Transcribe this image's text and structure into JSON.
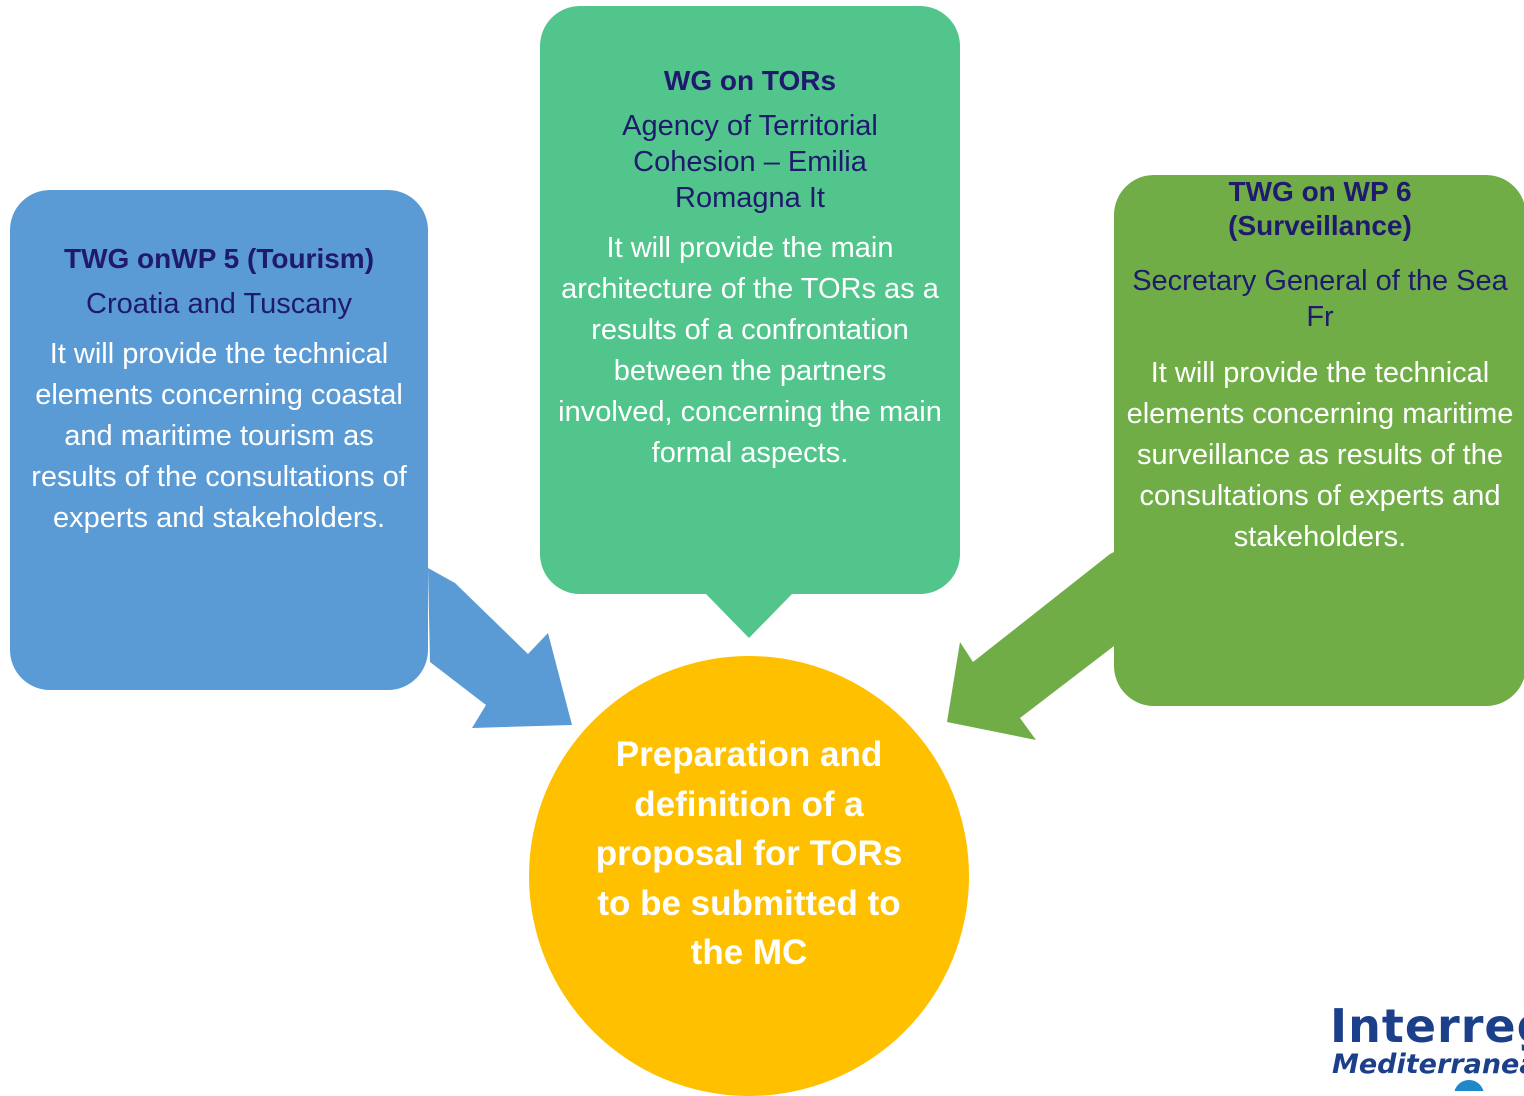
{
  "boxes": [
    {
      "title": "TWG onWP 5 (Tourism)",
      "subtitle": "Croatia and Tuscany",
      "description": "It will provide the technical elements concerning coastal and maritime tourism as results of the consultations of experts and stakeholders.",
      "color": "#5b9bd5"
    },
    {
      "title": "WG on TORs",
      "subtitle": "Agency of Territorial Cohesion – Emilia Romagna It",
      "description": "It will provide the main architecture of the TORs as a results of a confrontation between the partners involved, concerning the main formal aspects.",
      "color": "#51c58c"
    },
    {
      "title": "TWG on WP 6 (Surveillance)",
      "subtitle": "Secretary General of the Sea Fr",
      "description": "It will provide the technical elements concerning maritime surveillance as results of the consultations of experts and stakeholders.",
      "color": "#70ad47"
    }
  ],
  "center": {
    "text": "Preparation and definition of a proposal for TORs to be submitted to the MC",
    "color": "#ffc000"
  },
  "logo": {
    "name": "Interreg",
    "sub": "Mediterranean"
  },
  "colors": {
    "title_text": "#1f1a6e",
    "body_text": "#ffffff"
  }
}
